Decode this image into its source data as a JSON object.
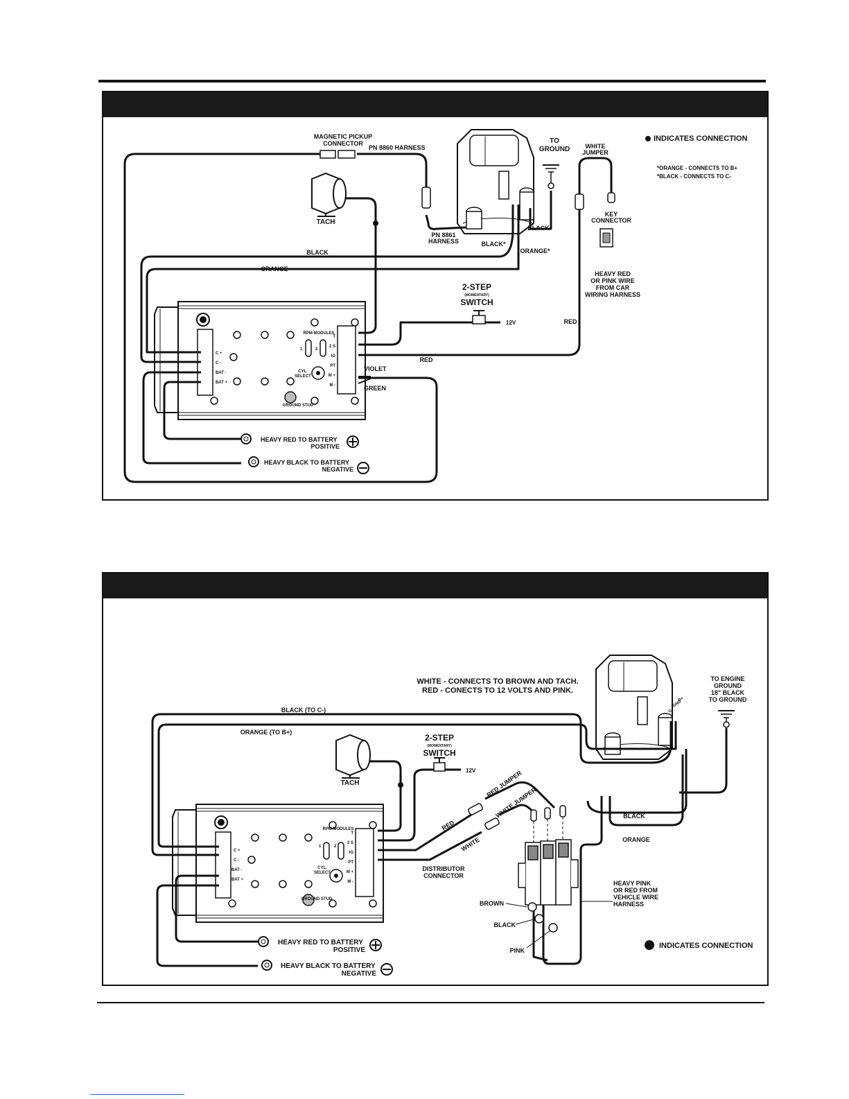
{
  "page": {
    "headers": [
      "",
      ""
    ]
  },
  "fig1": {
    "magnetic_pickup": [
      "MAGNETIC PICKUP",
      "CONNECTOR"
    ],
    "pn8860": "PN 8860 HARNESS",
    "pn8861": [
      "PN 8861",
      "HARNESS"
    ],
    "tach": "TACH",
    "to_ground": [
      "TO",
      "GROUND"
    ],
    "white_jumper": [
      "WHITE",
      "JUMPER"
    ],
    "indicates_connection": "INDICATES CONNECTION",
    "notes": [
      "*ORANGE - CONNECTS TO B+",
      "*BLACK - CONNECTS TO C-"
    ],
    "key_connector": [
      "KEY",
      "CONNECTOR"
    ],
    "heavy_red_pink": [
      "HEAVY RED",
      "OR PINK WIRE",
      "FROM CAR",
      "WIRING HARNESS"
    ],
    "wire_black": "BLACK",
    "wire_orange": "ORANGE",
    "black_star": "BLACK*",
    "orange_star": "ORANGE*",
    "black_coil": "BLACK",
    "two_step": "2-STEP",
    "momentary": "(MOMENTARY)",
    "switch": "SWITCH",
    "v12": "12V",
    "red1": "RED",
    "red2": "RED",
    "violet": "VIOLET",
    "green": "GREEN",
    "heavy_red_battery": [
      "HEAVY RED TO BATTERY",
      "POSITIVE"
    ],
    "heavy_black_battery": [
      "HEAVY BLACK TO BATTERY",
      "NEGATIVE"
    ]
  },
  "box": {
    "left_terminals": [
      "C +",
      "C -",
      "BAT -",
      "BAT +"
    ],
    "right_terminals": [
      "T",
      "2 S",
      "IG",
      "PT",
      "M +",
      "M -"
    ],
    "rpm_modules": "RPM MODULES",
    "module_1": "1",
    "module_2": "2",
    "cyl_select": [
      "CYL.",
      "SELECT"
    ],
    "ground_stud": "GROUND STUD"
  },
  "fig2": {
    "notes": [
      "WHITE - CONNECTS TO BROWN AND TACH.",
      "RED - CONECTS TO 12 VOLTS AND PINK."
    ],
    "to_engine_ground": [
      "TO ENGINE",
      "GROUND",
      "18\" BLACK",
      "TO GROUND"
    ],
    "black_to_c": "BLACK (TO C-)",
    "orange_to_b": "ORANGE (TO B+)",
    "tach": "TACH",
    "two_step": "2-STEP",
    "momentary": "(MOMENTARY)",
    "switch": "SWITCH",
    "v12": "12V",
    "red_jumper": "RED JUMPER",
    "white_jumper": "WHITE JUMPER",
    "red": "RED",
    "white": "WHITE",
    "distributor_connector": [
      "DISTRIBUTOR",
      "CONNECTOR"
    ],
    "black": "BLACK",
    "orange": "ORANGE",
    "heavy_pink": [
      "HEAVY PINK",
      "OR RED FROM",
      "VEHICLE WIRE",
      "HARNESS"
    ],
    "brown": "BROWN",
    "black_plug": "BLACK",
    "pink": "PINK",
    "indicates_connection": "INDICATES CONNECTION",
    "heavy_red_battery": [
      "HEAVY RED TO BATTERY",
      "POSITIVE"
    ],
    "heavy_black_battery": [
      "HEAVY BLACK TO BATTERY",
      "NEGATIVE"
    ],
    "coil_labels": [
      "B+",
      "GND",
      "C-"
    ]
  }
}
